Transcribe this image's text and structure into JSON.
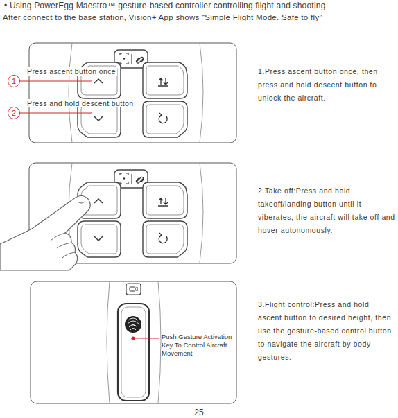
{
  "diagram": {
    "title": "• Using PowerEgg Maestro™ gesture-based controller controlling flight and shooting",
    "nodes": [
      {
        "text": [
          "1"
        ]
      },
      {
        "text": [
          "2"
        ]
      }
    ],
    "labels": [
      "After connect to the base station, Vision+ App shows “Simple Flight Mode. Safe to fly”",
      "Press ascent button once",
      "Press and hold descent button",
      "1.Press ascent button once, then press and hold descent button to unlock the aircraft.",
      "2.Take off:Press and hold takeoff/landing button until it viberates, the aircraft will take off and hover autonomously.",
      "Push Gesture Activation Key To Control Aircraft Movement",
      "3.Flight control:Press and hold ascent button to desired height, then use the gesture-based control button to navigate the aircraft by body gestures.",
      "25"
    ]
  }
}
